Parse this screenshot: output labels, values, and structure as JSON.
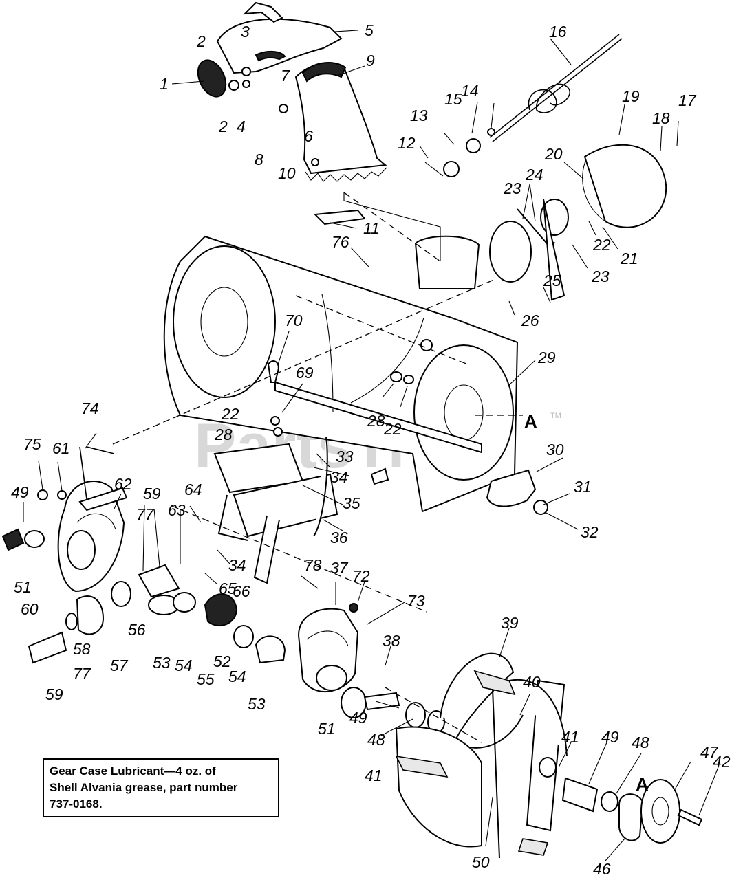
{
  "watermark": "PartsTree",
  "trademark": "TM",
  "section_marker": "A",
  "note": {
    "line1": "Gear Case Lubricant—4 oz. of",
    "line2": "Shell Alvania grease, part number",
    "line3": "737-0168."
  },
  "callouts": [
    "1",
    "2",
    "3",
    "5",
    "9",
    "7",
    "2",
    "4",
    "6",
    "8",
    "10",
    "11",
    "16",
    "15",
    "14",
    "13",
    "12",
    "19",
    "18",
    "17",
    "20",
    "24",
    "23",
    "22",
    "21",
    "23",
    "76",
    "70",
    "69",
    "25",
    "26",
    "29",
    "22",
    "28",
    "28",
    "22",
    "74",
    "75",
    "61",
    "49",
    "62",
    "59",
    "64",
    "63",
    "77",
    "33",
    "34",
    "35",
    "36",
    "34",
    "65",
    "30",
    "31",
    "32",
    "51",
    "60",
    "56",
    "58",
    "57",
    "77",
    "59",
    "53",
    "54",
    "55",
    "52",
    "66",
    "54",
    "53",
    "78",
    "37",
    "72",
    "73",
    "38",
    "39",
    "40",
    "51",
    "49",
    "48",
    "41",
    "41",
    "49",
    "48",
    "47",
    "42",
    "50",
    "46"
  ]
}
